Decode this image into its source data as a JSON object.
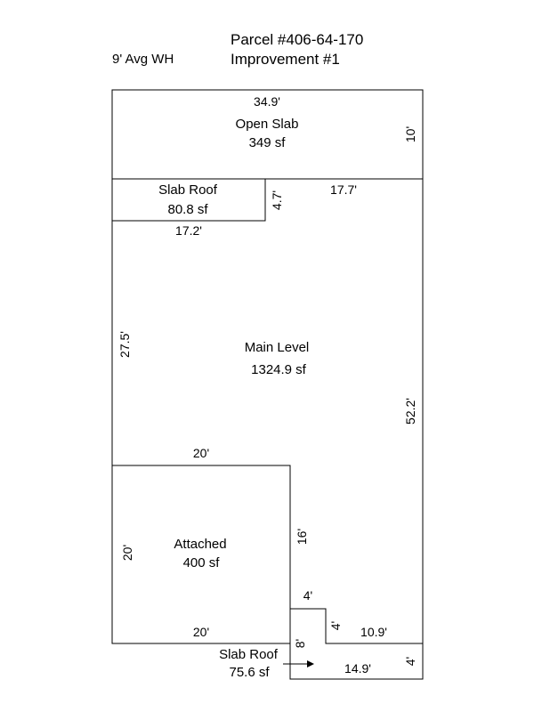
{
  "header": {
    "parcel": "Parcel #406-64-170",
    "improvement": "Improvement #1"
  },
  "wall_height_note": "9' Avg WH",
  "areas": {
    "open_slab": {
      "name": "Open Slab",
      "area": "349 sf"
    },
    "slab_roof_top": {
      "name": "Slab Roof",
      "area": "80.8 sf"
    },
    "main_level": {
      "name": "Main Level",
      "area": "1324.9 sf"
    },
    "attached": {
      "name": "Attached",
      "area": "400 sf"
    },
    "slab_roof_bottom": {
      "name": "Slab Roof",
      "area": "75.6 sf"
    }
  },
  "dimensions": {
    "open_slab_width": "34.9'",
    "open_slab_depth": "10'",
    "slab_roof_top_depth": "4.7'",
    "main_upper_right": "17.7'",
    "slab_roof_top_width": "17.2'",
    "main_left": "27.5'",
    "main_right": "52.2'",
    "attached_top": "20'",
    "attached_left": "20'",
    "attached_bottom": "20'",
    "notch_left": "16'",
    "notch_top": "4'",
    "notch_right": "4'",
    "lower_right": "10.9'",
    "slab_roof_bottom_depth": "8'",
    "slab_roof_bottom_right": "4'",
    "slab_roof_bottom_width": "14.9'"
  }
}
